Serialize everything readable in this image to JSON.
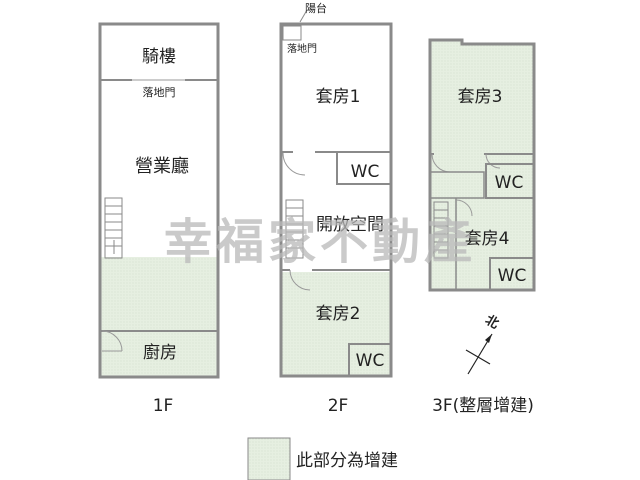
{
  "floors": [
    {
      "label": "1F",
      "rooms": {
        "arcade": "騎樓",
        "french_door": "落地門",
        "business_hall": "營業廳",
        "kitchen": "廚房"
      }
    },
    {
      "label": "2F",
      "rooms": {
        "balcony": "陽台",
        "french_door": "落地門",
        "suite1": "套房1",
        "wc1": "WC",
        "open_space": "開放空間",
        "suite2": "套房2",
        "wc2": "WC"
      }
    },
    {
      "label": "3F(整層增建)",
      "rooms": {
        "suite3": "套房3",
        "wc3": "WC",
        "suite4": "套房4",
        "wc4": "WC"
      }
    }
  ],
  "watermark": "幸福家不動產",
  "compass_label": "北",
  "legend": {
    "text": "此部分為增建",
    "color": "#e6efe1"
  },
  "colors": {
    "wall": "#8a8a8a",
    "extension_fill": "#e6efe1",
    "watermark": "#b8b8b8"
  }
}
